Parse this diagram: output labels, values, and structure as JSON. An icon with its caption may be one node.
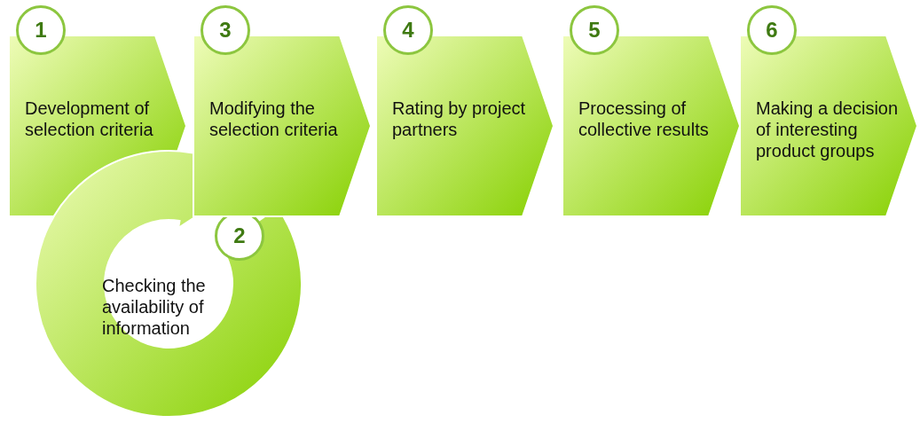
{
  "diagram": {
    "nodes": [
      {
        "text": [
          "1",
          "Development of selection criteria"
        ]
      },
      {
        "text": [
          "2",
          "Checking the availability of information"
        ]
      },
      {
        "text": [
          "3",
          "Modifying the selection criteria"
        ]
      },
      {
        "text": [
          "4",
          "Rating by project partners"
        ]
      },
      {
        "text": [
          "5",
          "Processing of collective results"
        ]
      },
      {
        "text": [
          "6",
          "Making a decision of interesting product groups"
        ]
      }
    ]
  }
}
